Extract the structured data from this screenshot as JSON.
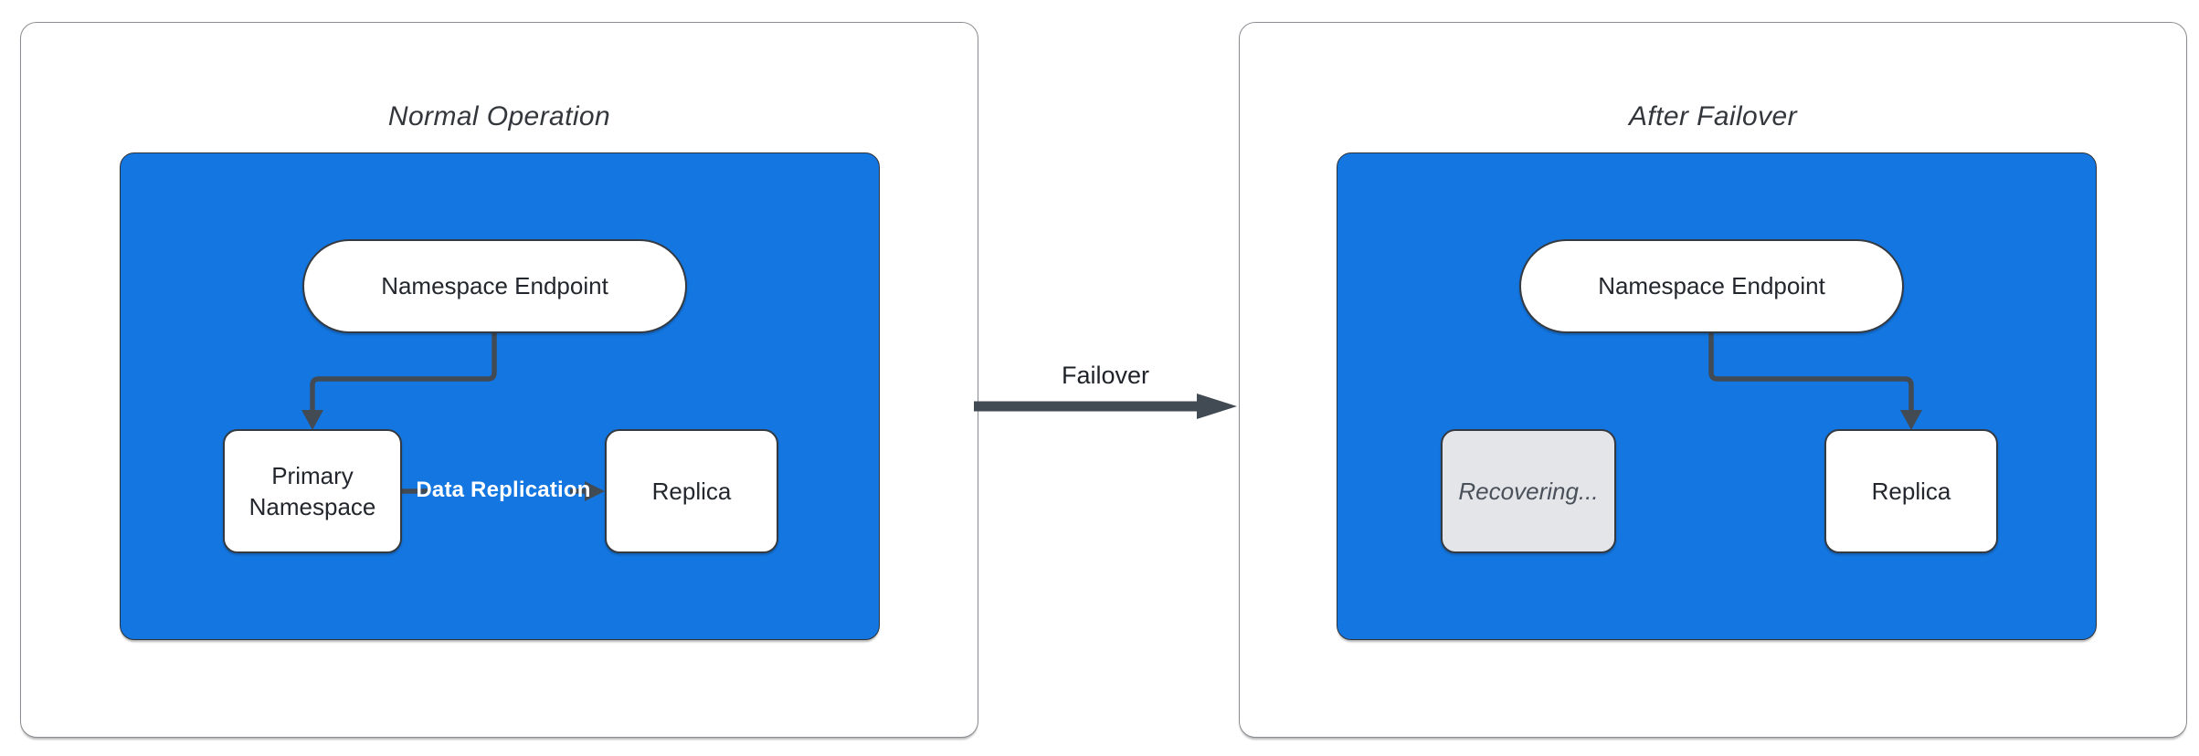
{
  "colors": {
    "blue": "#1476E0",
    "node-border": "#343A42",
    "arrow": "#424A54",
    "panel-border": "#8A8D91",
    "title": "#33373C",
    "node-text": "#23272D",
    "recovering-bg": "#E3E5E9",
    "recovering-text": "#4A5059",
    "edge-label": "#FFFFFF",
    "failover-text": "#1F2329"
  },
  "panels": [
    {
      "title": "Normal Operation",
      "endpoint": "Namespace Endpoint",
      "primary": "Primary Namespace",
      "replica": "Replica",
      "edge_label": "Data Replication"
    },
    {
      "title": "After Failover",
      "endpoint": "Namespace Endpoint",
      "recovering": "Recovering...",
      "replica": "Replica"
    }
  ],
  "failover": {
    "label": "Failover"
  }
}
